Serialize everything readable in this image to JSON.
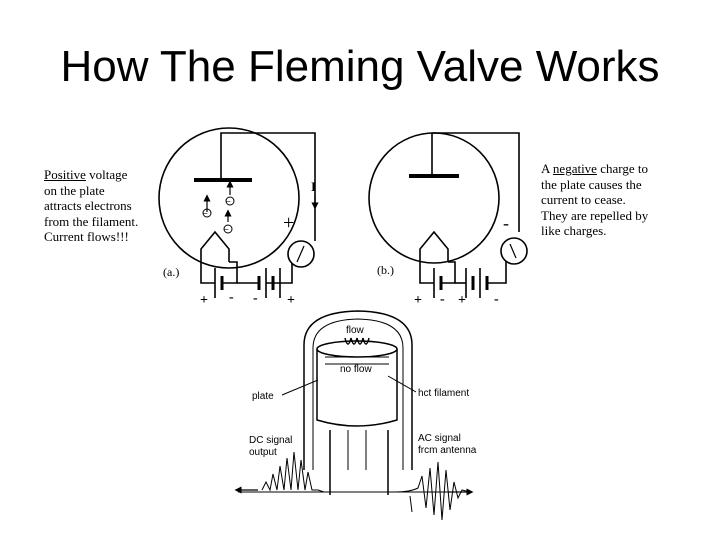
{
  "title": "How The Fleming Valve Works",
  "left_note": {
    "keyword": "Positive",
    "line1_rest": " voltage",
    "line2": "on the plate",
    "line3": "attracts electrons",
    "line4": "from the filament.",
    "line5": "Current flows!!!"
  },
  "right_note": {
    "line1_start": "A ",
    "keyword": "negative",
    "line1_rest": " charge to",
    "line2": "the plate causes the",
    "line3": "current to cease.",
    "line4": "They are repelled by",
    "line5": "like charges."
  },
  "diagram_a": {
    "label": "(a.)",
    "plate_sign": "+",
    "current_symbol": "I",
    "electron_sign": "−",
    "polarity_left": [
      "+",
      "-"
    ],
    "polarity_right": [
      "-",
      "+"
    ]
  },
  "diagram_b": {
    "label": "(b.)",
    "plate_sign": "-",
    "polarity_left": [
      "+",
      "-"
    ],
    "polarity_right": [
      "+",
      "-"
    ]
  },
  "bottom_diagram": {
    "flow_label": "flow",
    "no_flow_label": "no flow",
    "plate_label": "plate",
    "filament_label": "hct filament",
    "dc_label_1": "DC signal",
    "dc_label_2": "output",
    "ac_label_1": "AC signal",
    "ac_label_2": "frcm antenna"
  }
}
